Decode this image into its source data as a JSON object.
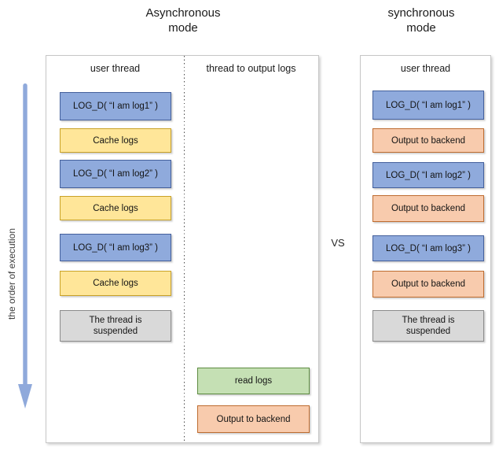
{
  "palette": {
    "blue_fill": "#8FAADC",
    "blue_border": "#44609C",
    "yellow_fill": "#FFE699",
    "yellow_border": "#C9A227",
    "gray_fill": "#D9D9D9",
    "gray_border": "#8C8C8C",
    "green_fill": "#C5E0B4",
    "green_border": "#5E8C42",
    "orange_fill": "#F8CBAD",
    "orange_border": "#BE6C30",
    "arrow_color": "#8FA9DB"
  },
  "titles": {
    "async": "Asynchronous\nmode",
    "sync": "synchronous\nmode"
  },
  "vs_label": "VS",
  "execution_axis": {
    "label": "the order of execution"
  },
  "async_panel": {
    "user_thread_header": "user thread",
    "output_thread_header": "thread to output logs",
    "user_thread_boxes": [
      {
        "label": "LOG_D( “I am log1” )",
        "type": "blue"
      },
      {
        "label": "Cache logs",
        "type": "yellow"
      },
      {
        "label": "LOG_D( “I am log2” )",
        "type": "blue"
      },
      {
        "label": "Cache logs",
        "type": "yellow"
      },
      {
        "label": "LOG_D( “I am log3” )",
        "type": "blue"
      },
      {
        "label": "Cache logs",
        "type": "yellow"
      },
      {
        "label": "The thread is\nsuspended",
        "type": "gray"
      }
    ],
    "output_thread_boxes": [
      {
        "label": "read logs",
        "type": "green"
      },
      {
        "label": "Output to backend",
        "type": "orange"
      }
    ]
  },
  "sync_panel": {
    "user_thread_header": "user thread",
    "boxes": [
      {
        "label": "LOG_D( “I am log1” )",
        "type": "blue"
      },
      {
        "label": "Output to backend",
        "type": "orange"
      },
      {
        "label": "LOG_D( “I am log2” )",
        "type": "blue"
      },
      {
        "label": "Output to backend",
        "type": "orange"
      },
      {
        "label": "LOG_D( “I am log3” )",
        "type": "blue"
      },
      {
        "label": "Output to backend",
        "type": "orange"
      },
      {
        "label": "The thread is\nsuspended",
        "type": "gray"
      }
    ]
  }
}
